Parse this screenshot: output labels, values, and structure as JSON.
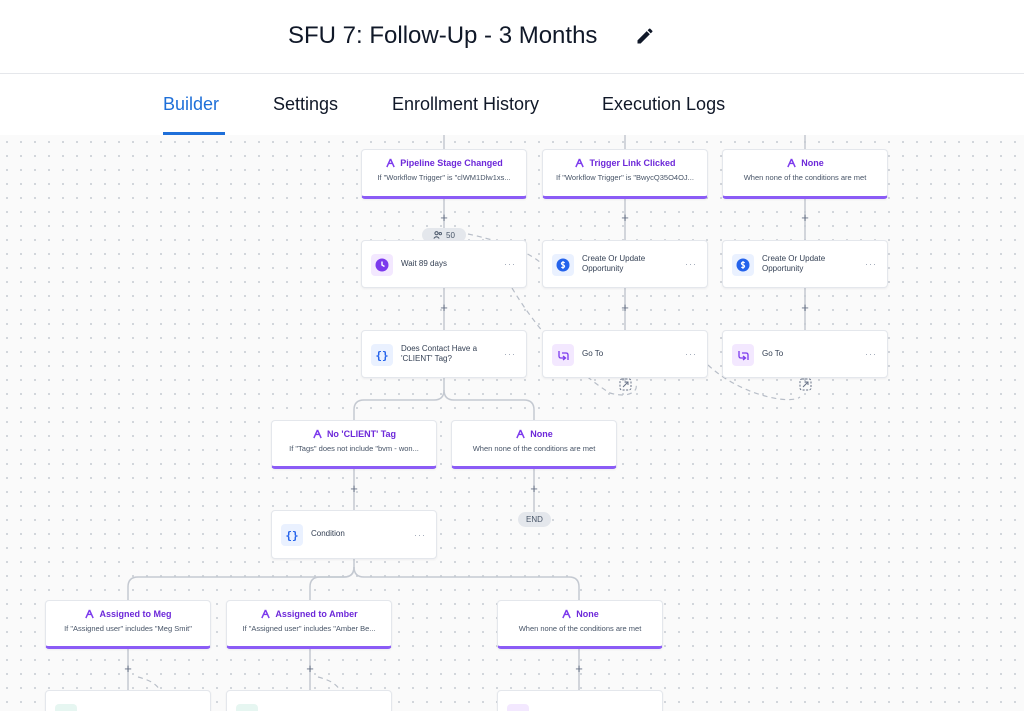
{
  "header": {
    "title": "SFU 7: Follow-Up - 3 Months"
  },
  "tabs": [
    {
      "label": "Builder",
      "active": true
    },
    {
      "label": "Settings"
    },
    {
      "label": "Enrollment History"
    },
    {
      "label": "Execution Logs"
    }
  ],
  "theme": {
    "accent": "#1e6fd9",
    "branch": "#8b5cf6",
    "wait": "#7c3aed",
    "opportunity": "#2563eb"
  },
  "workflow": {
    "branches": [
      {
        "title": "Pipeline Stage Changed",
        "subtitle": "If \"Workflow Trigger\" is \"clWM1Dlw1xs..."
      },
      {
        "title": "Trigger Link Clicked",
        "subtitle": "If \"Workflow Trigger\" is \"BwycQ35O4OJ..."
      },
      {
        "title": "None",
        "subtitle": "When none of the conditions are met"
      },
      {
        "title": "No 'CLIENT' Tag",
        "subtitle": "If \"Tags\" does not include \"bvm - won..."
      },
      {
        "title": "None",
        "subtitle": "When none of the conditions are met"
      },
      {
        "title": "Assigned to Meg",
        "subtitle": "If \"Assigned user\" includes \"Meg Smit\""
      },
      {
        "title": "Assigned to Amber",
        "subtitle": "If \"Assigned user\" includes \"Amber Be..."
      },
      {
        "title": "None",
        "subtitle": "When none of the conditions are met"
      }
    ],
    "actions": [
      {
        "label": "Wait 89 days",
        "icon": "clock-icon"
      },
      {
        "label": "Create Or Update Opportunity",
        "icon": "dollar-icon"
      },
      {
        "label": "Create Or Update Opportunity",
        "icon": "dollar-icon"
      },
      {
        "label": "Does Contact Have a 'CLIENT' Tag?",
        "icon": "braces-icon"
      },
      {
        "label": "Go To",
        "icon": "goto-icon"
      },
      {
        "label": "Go To",
        "icon": "goto-icon"
      },
      {
        "label": "Condition",
        "icon": "braces-icon"
      }
    ],
    "contact_count": "50",
    "end_label": "END",
    "plus_symbol": "+",
    "more_symbol": "···"
  }
}
